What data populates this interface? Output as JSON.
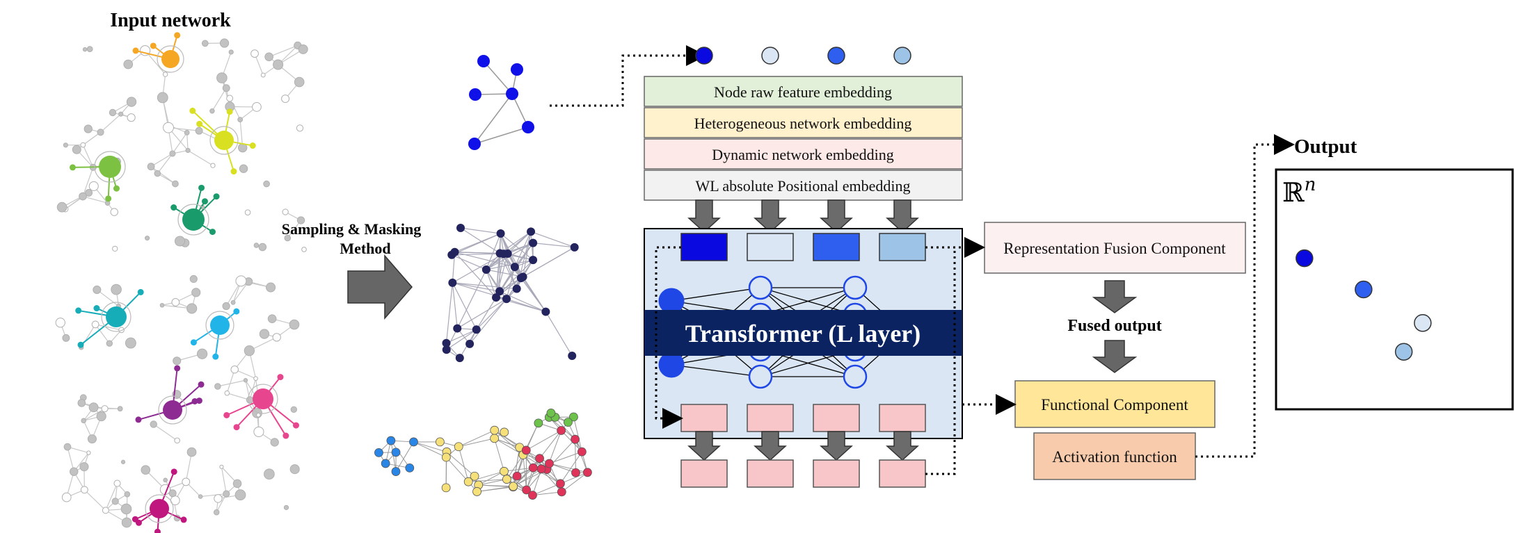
{
  "input_network": {
    "title": "Input network"
  },
  "sampling": {
    "line1": "Sampling & Masking",
    "line2": "Method"
  },
  "embeddings": [
    {
      "label": "Node raw feature embedding",
      "color": "#e2efd9"
    },
    {
      "label": "Heterogeneous network embedding",
      "color": "#fff2cc"
    },
    {
      "label": "Dynamic network embedding",
      "color": "#fde9e7"
    },
    {
      "label": "WL absolute Positional embedding",
      "color": "#f2f2f2"
    }
  ],
  "transformer": {
    "label": "Transformer (L layer)",
    "bg": "#dae6f3",
    "band": "#0b2361"
  },
  "token_colors": [
    "#0a0ae0",
    "#dbe6f4",
    "#2f5fee",
    "#9dc3e6"
  ],
  "components": {
    "fusion": "Representation Fusion Component",
    "fused_output": "Fused output",
    "functional": "Functional Component",
    "activation": "Activation function"
  },
  "output": {
    "title": "Output",
    "space": "ℝ",
    "space_exp": "n",
    "points": [
      {
        "x": 0.12,
        "y": 0.37,
        "color": "#0a0ae0"
      },
      {
        "x": 0.37,
        "y": 0.5,
        "color": "#2f5fee"
      },
      {
        "x": 0.62,
        "y": 0.64,
        "color": "#dbe6f4"
      },
      {
        "x": 0.54,
        "y": 0.76,
        "color": "#9dc3e6"
      }
    ]
  }
}
